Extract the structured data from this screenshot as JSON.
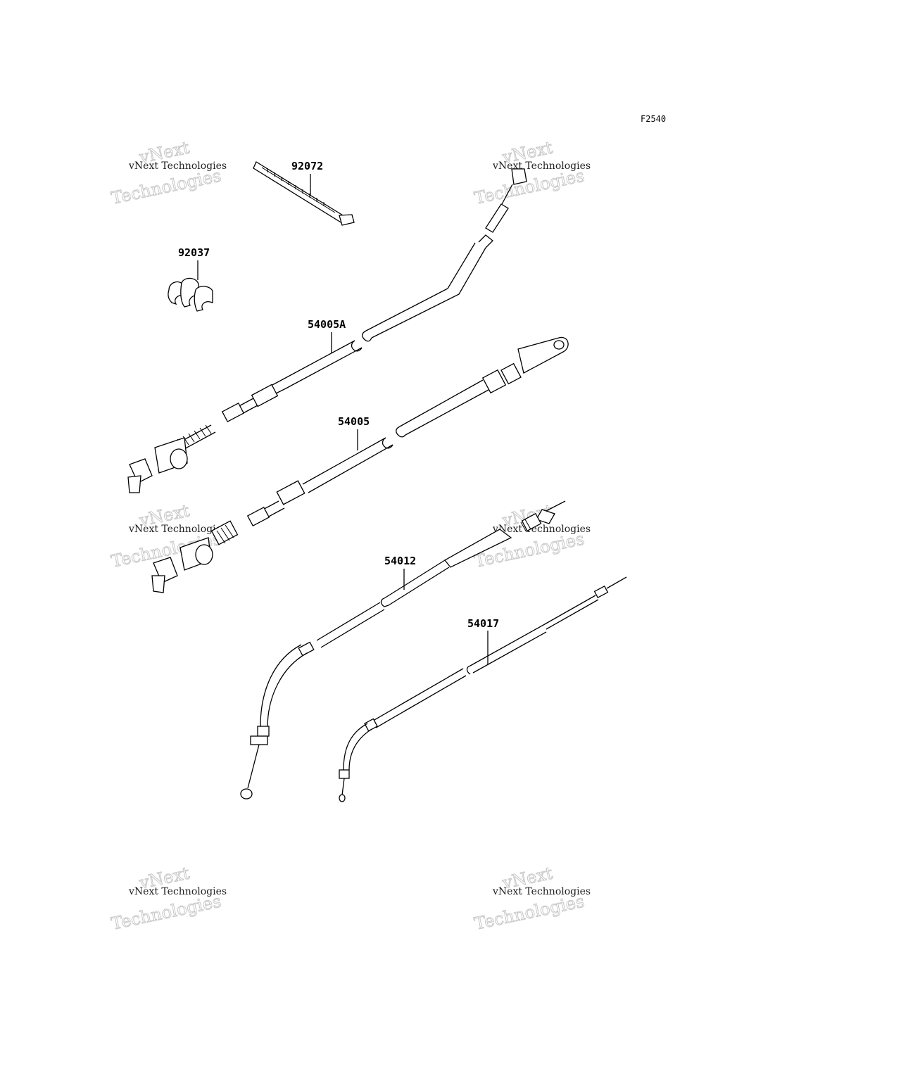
{
  "figure_code": "F2540",
  "parts": [
    {
      "id": "92072",
      "label": "92072"
    },
    {
      "id": "92037",
      "label": "92037"
    },
    {
      "id": "54005A",
      "label": "54005A"
    },
    {
      "id": "54005",
      "label": "54005"
    },
    {
      "id": "54012",
      "label": "54012"
    },
    {
      "id": "54017",
      "label": "54017"
    }
  ],
  "watermark": {
    "line_small": "vNext Technologies",
    "line_top": "vNext",
    "line_big": "Technologies"
  },
  "colors": {
    "line": "#000000",
    "background": "#ffffff",
    "watermark": "#c8c8c8"
  }
}
